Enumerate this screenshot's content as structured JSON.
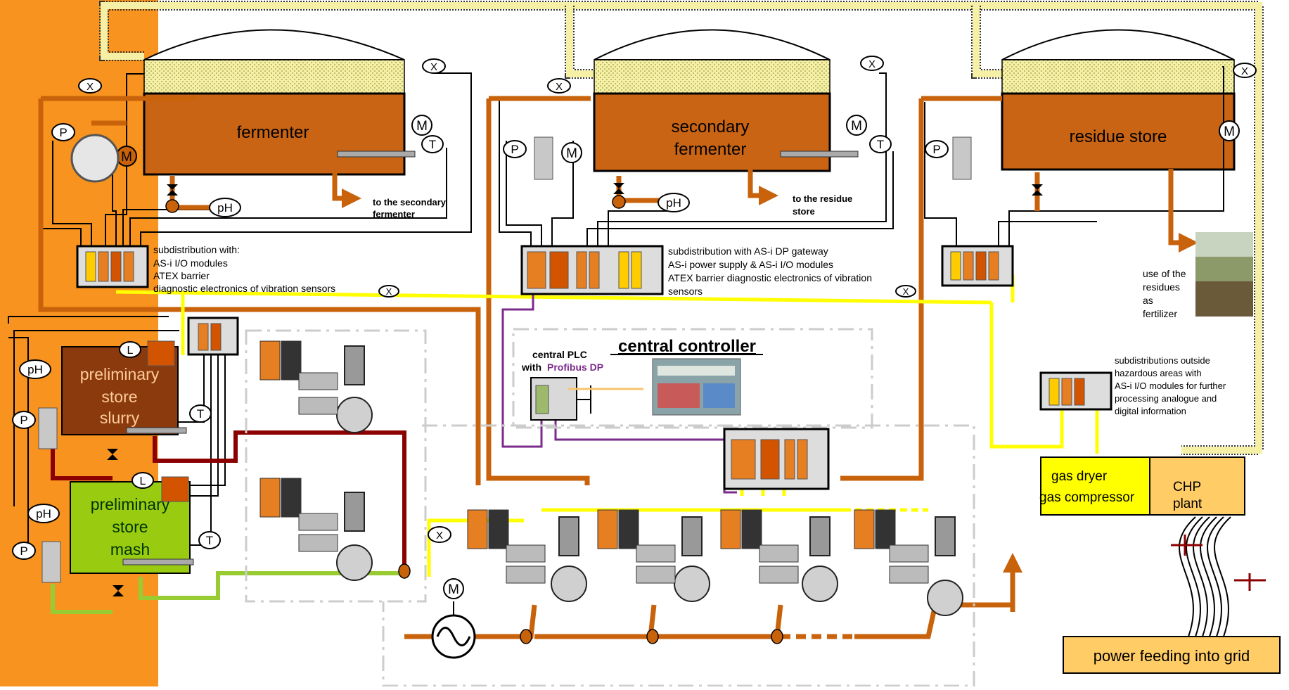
{
  "tanks": {
    "fermenter": "fermenter",
    "secondary_1": "secondary",
    "secondary_2": "fermenter",
    "residue": "residue store"
  },
  "stores": {
    "slurry_1": "preliminary",
    "slurry_2": "store",
    "slurry_3": "slurry",
    "mash_1": "preliminary",
    "mash_2": "store",
    "mash_3": "mash"
  },
  "flow_labels": {
    "to_secondary_1": "to the secondary",
    "to_secondary_2": "fermenter",
    "to_residue_1": "to the residue",
    "to_residue_2": "store"
  },
  "subdistribution_left": [
    "subdistribution with:",
    "AS-i I/O modules",
    "ATEX barrier",
    "diagnostic electronics of vibration sensors"
  ],
  "subdistribution_mid": [
    "subdistribution with AS-i DP gateway",
    "AS-i power supply & AS-i I/O modules",
    "ATEX barrier diagnostic electronics of vibration",
    "sensors"
  ],
  "subdistribution_outside": [
    "subdistributions outside",
    "hazardous areas with",
    "AS-i I/O modules for further",
    "processing analogue and",
    "digital information"
  ],
  "residues_use": [
    "use of the",
    "residues",
    "as",
    "fertilizer"
  ],
  "central": {
    "title": "central controller",
    "plc_1": "central PLC",
    "plc_2": "with",
    "plc_bus": "Profibus DP"
  },
  "gas": {
    "dryer": "gas dryer",
    "compressor": "gas compressor",
    "chp_1": "CHP",
    "chp_2": "plant"
  },
  "grid": "power feeding into grid",
  "symbols": {
    "motor": "M",
    "temperature": "T",
    "pressure": "P",
    "ph": "pH",
    "level": "L",
    "explosion": "X"
  },
  "colors": {
    "orange_zone": "#f7931e",
    "brown_pipe": "#c8620b",
    "yellow_bus": "#ffff00",
    "dark_red_pipe": "#8b0000",
    "green_pipe": "#99cc33",
    "purple_bus": "#7b2b8b",
    "tank_fill": "#c86414",
    "biogas": "#f5f0a6",
    "slurry_fill": "#8b3a0e",
    "mash_fill": "#99cc11",
    "gas_dryer": "#ffff00",
    "chp": "#ffcc66"
  }
}
